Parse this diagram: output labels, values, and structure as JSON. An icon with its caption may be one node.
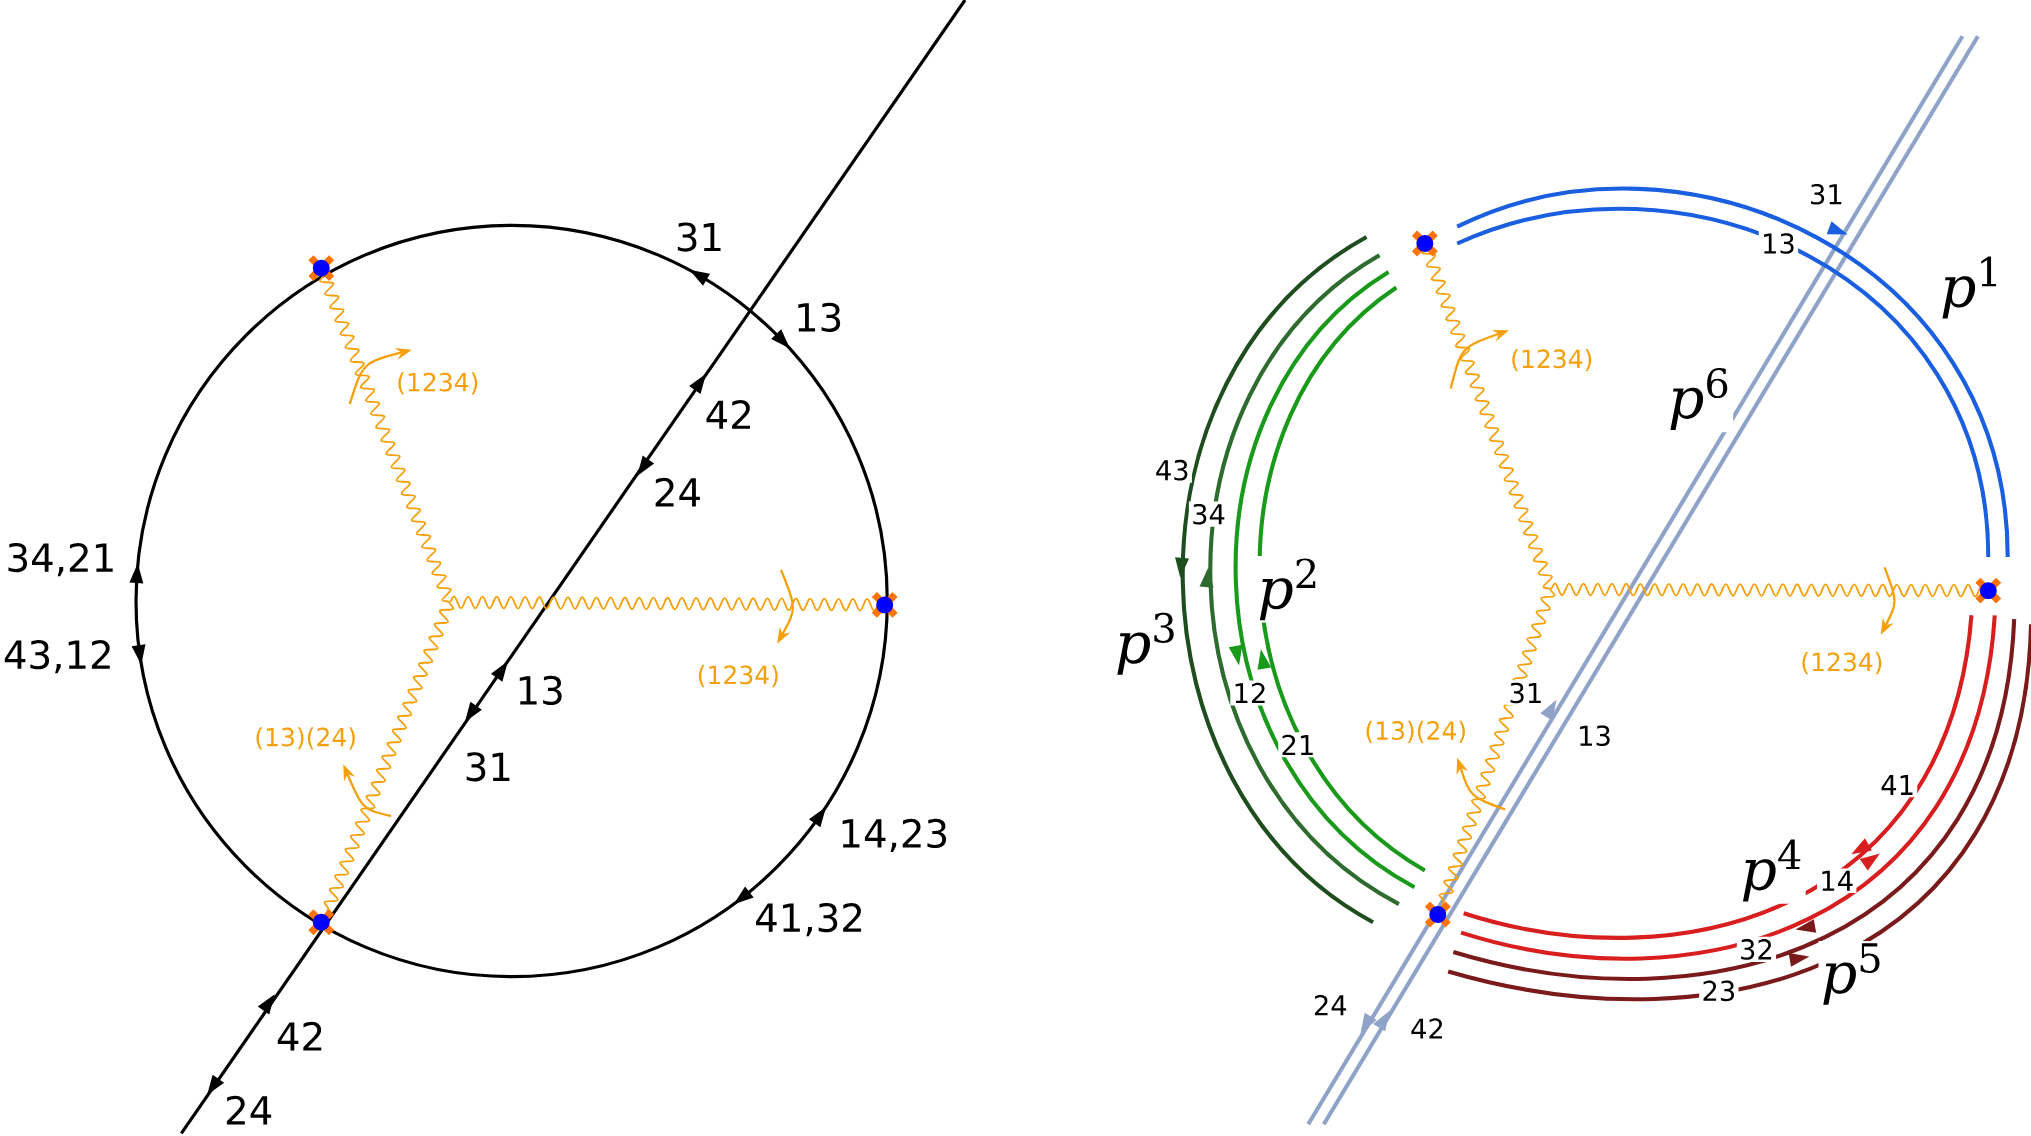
{
  "diagram": {
    "labels": [
      "31",
      "13",
      "42",
      "24",
      "34,21",
      "43,12",
      "(1234)",
      "(1234)",
      "13",
      "31",
      "(13)(24)",
      "14,23",
      "41,32",
      "42",
      "24",
      "31",
      "13",
      "*p*$^{1}$",
      "(1234)",
      "*p*$^{6}$",
      "43",
      "34",
      "*p*$^{2}$",
      "*p*$^{3}$",
      "12",
      "21",
      "(1234)",
      "31",
      "13",
      "(13)(24)",
      "41",
      "*p*$^{4}$",
      "14",
      "32",
      "*p*$^{5}$",
      "23",
      "24",
      "42"
    ]
  }
}
